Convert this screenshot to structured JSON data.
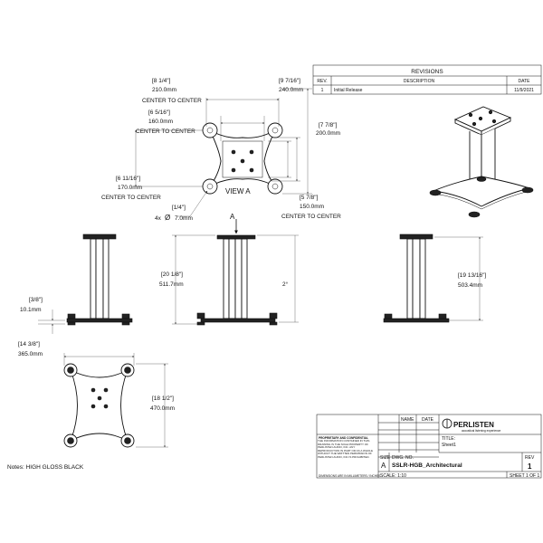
{
  "revisions": {
    "title": "REVISIONS",
    "col_rev": "REV.",
    "col_description": "DESCRIPTION",
    "col_date": "DATE",
    "rows": [
      {
        "rev": "1",
        "description": "Initial Release",
        "date": "11/9/2021"
      }
    ]
  },
  "top_view": {
    "dim_a_in": "[8 1/4\"]",
    "dim_a_mm": "210.0mm",
    "dim_a_note": "CENTER TO CENTER",
    "dim_b_in": "[6 5/16\"]",
    "dim_b_mm": "160.0mm",
    "dim_b_note": "CENTER TO CENTER",
    "dim_c_in": "[9 7/16\"]",
    "dim_c_mm": "240.0mm",
    "dim_d_in": "[7 7/8\"]",
    "dim_d_mm": "200.0mm",
    "dim_e_in": "[6 11/16\"]",
    "dim_e_mm": "170.0mm",
    "dim_e_note": "CENTER TO CENTER",
    "dim_f_in": "[5 7/8\"]",
    "dim_f_mm": "150.0mm",
    "dim_f_note": "CENTER TO CENTER",
    "hole_in": "[1/4\"]",
    "hole_qty": "4x",
    "hole_symbol": "Ø",
    "hole_mm": "7.0mm",
    "view_label": "VIEW A"
  },
  "front_view": {
    "view_marker": "A",
    "height_in": "[20 1/8\"]",
    "height_mm": "511.7mm",
    "angle": "2°"
  },
  "left_view": {
    "foot_in": "[3/8\"]",
    "foot_mm": "10.1mm"
  },
  "right_view": {
    "height_in": "[19 13/16\"]",
    "height_mm": "503.4mm"
  },
  "base_view": {
    "width_in": "[14 3/8\"]",
    "width_mm": "365.0mm",
    "depth_in": "[18 1/2\"]",
    "depth_mm": "470.0mm"
  },
  "notes": "Notes: HIGH GLOSS BLACK",
  "title_block": {
    "col_name": "NAME",
    "col_date": "DATE",
    "logo_text": "PERLISTEN",
    "logo_sub": "acoustical listening experience",
    "proprietary_title": "PROPRIETARY AND CONFIDENTIAL",
    "proprietary_body": "THE INFORMATION CONTAINED IN THIS DRAWING IS THE SOLE PROPERTY OF PERLISTEN AUDIO, INC. ANY REPRODUCTION IN PART OR AS A WHOLE WITHOUT THE WRITTEN PERMISSION OF PERLISTEN AUDIO, INC IS PROHIBITED.",
    "unit_note": "DIMENSIONS ARE IN MILLIMETERS / INCHES",
    "title_label": "TITLE:",
    "title_value": "Sheet1",
    "size_label": "SIZE",
    "size_value": "A",
    "dwg_label": "DWG. NO.",
    "dwg_value": "SSLR-HGB_Architectural",
    "rev_label": "REV",
    "rev_value": "1",
    "scale": "SCALE: 1:10",
    "sheet": "SHEET 1 OF 1"
  }
}
